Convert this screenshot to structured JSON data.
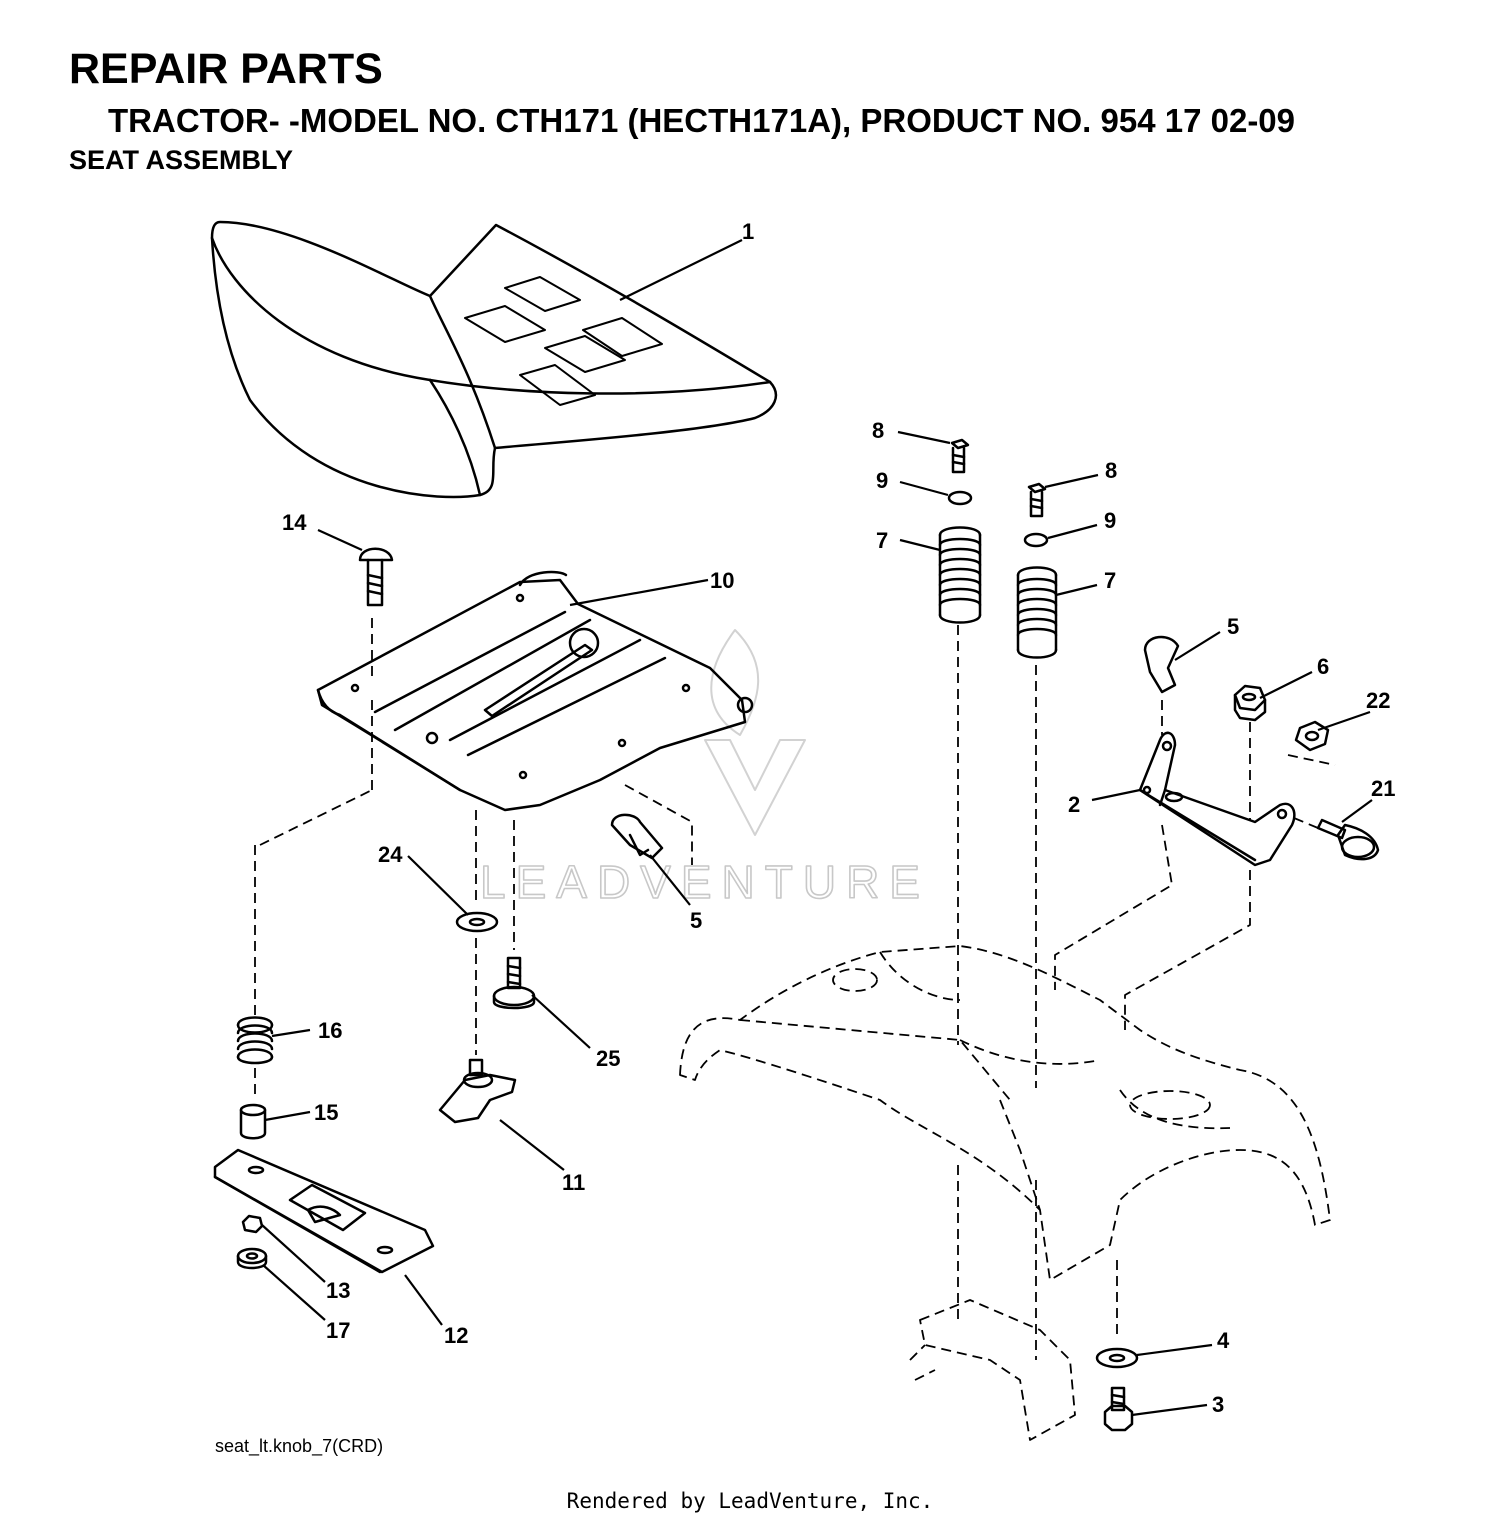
{
  "header": {
    "title": "REPAIR PARTS",
    "subtitle": "TRACTOR- -MODEL NO. CTH171 (HECTH171A), PRODUCT NO. 954 17 02-09",
    "section": "SEAT ASSEMBLY"
  },
  "watermark": {
    "text": "LEADVENTURE"
  },
  "parts": {
    "p1": "1",
    "p2": "2",
    "p3": "3",
    "p4": "4",
    "p5a": "5",
    "p5b": "5",
    "p6": "6",
    "p7a": "7",
    "p7b": "7",
    "p8a": "8",
    "p8b": "8",
    "p9a": "9",
    "p9b": "9",
    "p10": "10",
    "p11": "11",
    "p12": "12",
    "p13": "13",
    "p14": "14",
    "p15": "15",
    "p16": "16",
    "p17": "17",
    "p21": "21",
    "p22": "22",
    "p24": "24",
    "p25": "25"
  },
  "footer": {
    "filename": "seat_lt.knob_7(CRD)",
    "rendered_by": "Rendered by LeadVenture, Inc."
  }
}
